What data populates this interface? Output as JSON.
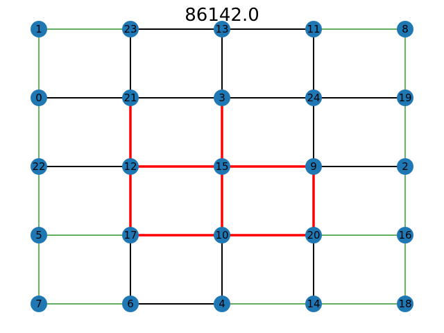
{
  "title": "86142.0",
  "colors": {
    "node_fill": "#1f77b4",
    "edge_default": "#000000",
    "edge_border": "#008000",
    "edge_highlight": "#ff0000",
    "background": "#ffffff"
  },
  "grid": {
    "rows": [
      [
        "1",
        "23",
        "13",
        "11",
        "8"
      ],
      [
        "0",
        "21",
        "3",
        "24",
        "19"
      ],
      [
        "22",
        "12",
        "15",
        "9",
        "2"
      ],
      [
        "5",
        "17",
        "10",
        "20",
        "16"
      ],
      [
        "7",
        "6",
        "4",
        "14",
        "18"
      ]
    ]
  },
  "edges": [
    {
      "source": "1",
      "target": "23",
      "style": "border"
    },
    {
      "source": "23",
      "target": "13",
      "style": "default"
    },
    {
      "source": "13",
      "target": "11",
      "style": "default"
    },
    {
      "source": "11",
      "target": "8",
      "style": "border"
    },
    {
      "source": "0",
      "target": "21",
      "style": "default"
    },
    {
      "source": "21",
      "target": "3",
      "style": "default"
    },
    {
      "source": "3",
      "target": "24",
      "style": "default"
    },
    {
      "source": "24",
      "target": "19",
      "style": "default"
    },
    {
      "source": "22",
      "target": "12",
      "style": "default"
    },
    {
      "source": "12",
      "target": "15",
      "style": "highlight"
    },
    {
      "source": "15",
      "target": "9",
      "style": "highlight"
    },
    {
      "source": "9",
      "target": "2",
      "style": "default"
    },
    {
      "source": "5",
      "target": "17",
      "style": "border"
    },
    {
      "source": "17",
      "target": "10",
      "style": "highlight"
    },
    {
      "source": "10",
      "target": "20",
      "style": "highlight"
    },
    {
      "source": "20",
      "target": "16",
      "style": "border"
    },
    {
      "source": "7",
      "target": "6",
      "style": "border"
    },
    {
      "source": "6",
      "target": "4",
      "style": "default"
    },
    {
      "source": "4",
      "target": "14",
      "style": "border"
    },
    {
      "source": "14",
      "target": "18",
      "style": "border"
    },
    {
      "source": "1",
      "target": "0",
      "style": "border"
    },
    {
      "source": "0",
      "target": "22",
      "style": "border"
    },
    {
      "source": "22",
      "target": "5",
      "style": "border"
    },
    {
      "source": "5",
      "target": "7",
      "style": "border"
    },
    {
      "source": "23",
      "target": "21",
      "style": "default"
    },
    {
      "source": "21",
      "target": "12",
      "style": "highlight"
    },
    {
      "source": "12",
      "target": "17",
      "style": "highlight"
    },
    {
      "source": "17",
      "target": "6",
      "style": "default"
    },
    {
      "source": "13",
      "target": "3",
      "style": "default"
    },
    {
      "source": "3",
      "target": "15",
      "style": "highlight"
    },
    {
      "source": "15",
      "target": "10",
      "style": "highlight"
    },
    {
      "source": "10",
      "target": "4",
      "style": "default"
    },
    {
      "source": "11",
      "target": "24",
      "style": "default"
    },
    {
      "source": "24",
      "target": "9",
      "style": "default"
    },
    {
      "source": "9",
      "target": "20",
      "style": "highlight"
    },
    {
      "source": "20",
      "target": "14",
      "style": "default"
    },
    {
      "source": "8",
      "target": "19",
      "style": "border"
    },
    {
      "source": "19",
      "target": "2",
      "style": "border"
    },
    {
      "source": "2",
      "target": "16",
      "style": "border"
    },
    {
      "source": "16",
      "target": "18",
      "style": "border"
    }
  ]
}
